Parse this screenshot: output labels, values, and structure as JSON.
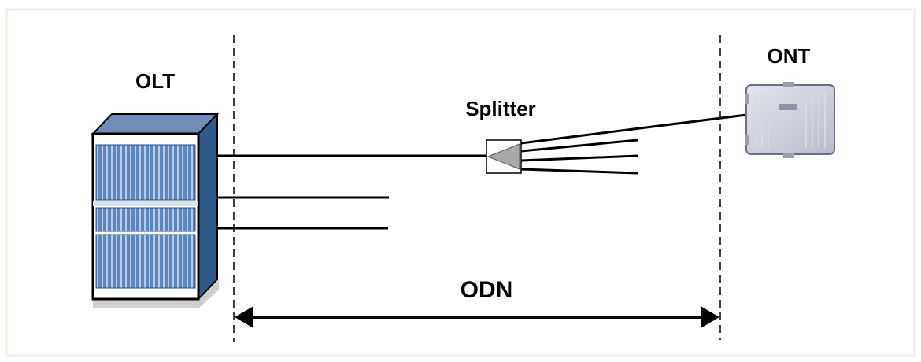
{
  "labels": {
    "olt": "OLT",
    "ont": "ONT",
    "splitter": "Splitter",
    "odn": "ODN"
  },
  "colors": {
    "rack_blue": "#5b86bf",
    "rack_light": "#a9c3e3",
    "rack_side": "#2f5a8a",
    "ont_body": "#c9ccd8",
    "line": "#000000",
    "frame_border": "#eef0e4"
  }
}
